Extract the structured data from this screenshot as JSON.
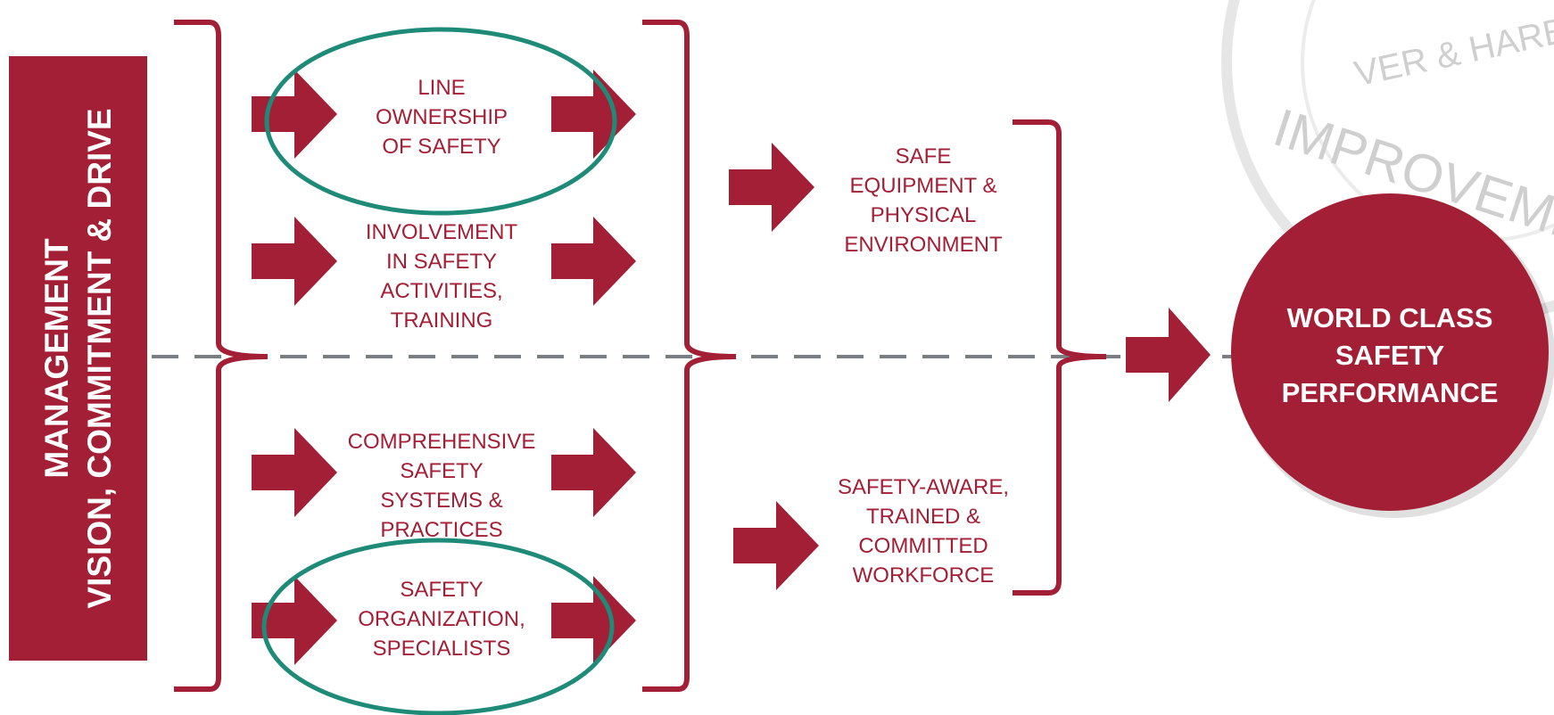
{
  "colors": {
    "brand": "#A21F36",
    "accent_ring": "#1E8A78",
    "divider": "#7a7f85",
    "watermark": "#cfcfcf"
  },
  "left_banner": {
    "line1": "MANAGEMENT",
    "line2": "VISION, COMMITMENT & DRIVE"
  },
  "inputs": [
    {
      "lines": [
        "LINE",
        "OWNERSHIP",
        "OF SAFETY"
      ],
      "highlighted": true
    },
    {
      "lines": [
        "INVOLVEMENT",
        "IN SAFETY",
        "ACTIVITIES,",
        "TRAINING"
      ],
      "highlighted": false
    },
    {
      "lines": [
        "COMPREHENSIVE",
        "SAFETY",
        "SYSTEMS &",
        "PRACTICES"
      ],
      "highlighted": false
    },
    {
      "lines": [
        "SAFETY",
        "ORGANIZATION,",
        "SPECIALISTS"
      ],
      "highlighted": true
    }
  ],
  "outcomes": [
    {
      "lines": [
        "SAFE",
        "EQUIPMENT &",
        "PHYSICAL",
        "ENVIRONMENT"
      ]
    },
    {
      "lines": [
        "SAFETY-AWARE,",
        "TRAINED &",
        "COMMITTED",
        "WORKFORCE"
      ]
    }
  ],
  "goal": {
    "lines": [
      "WORLD CLASS",
      "SAFETY",
      "PERFORMANCE"
    ]
  },
  "watermark": {
    "text1": "VER & HARBO",
    "text2": "IMPROVEMEN"
  }
}
